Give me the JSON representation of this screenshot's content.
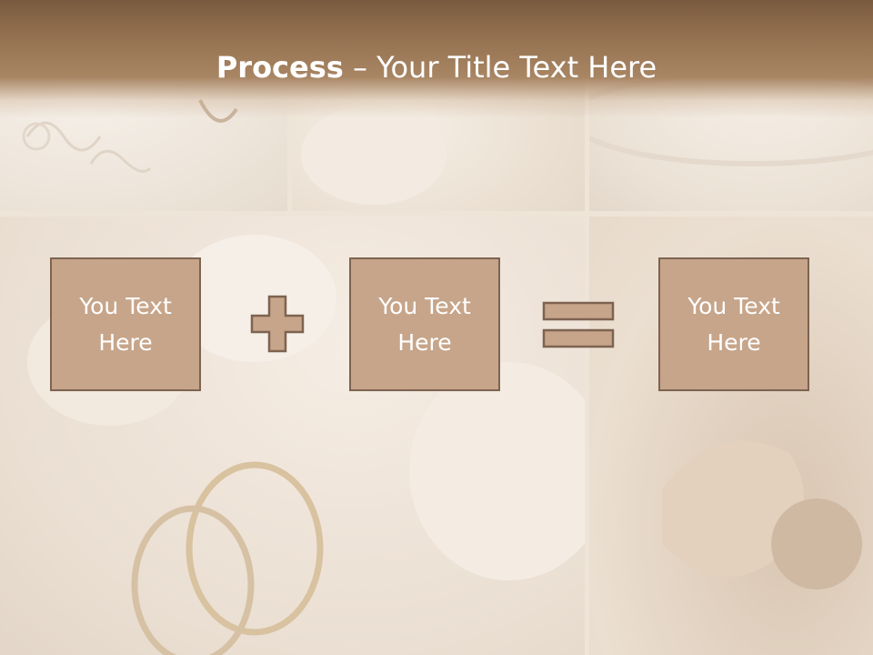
{
  "slide": {
    "title_bold": "Process",
    "title_rest": " – Your Title Text Here"
  },
  "boxes": [
    {
      "label": "You Text Here"
    },
    {
      "label": "You Text Here"
    },
    {
      "label": "You Text Here"
    }
  ],
  "colors": {
    "header": "#93704f",
    "box_fill": "#c6a58a",
    "box_border": "#7d6350",
    "text": "#ffffff"
  },
  "icons": [
    "plus-icon",
    "equals-icon"
  ]
}
